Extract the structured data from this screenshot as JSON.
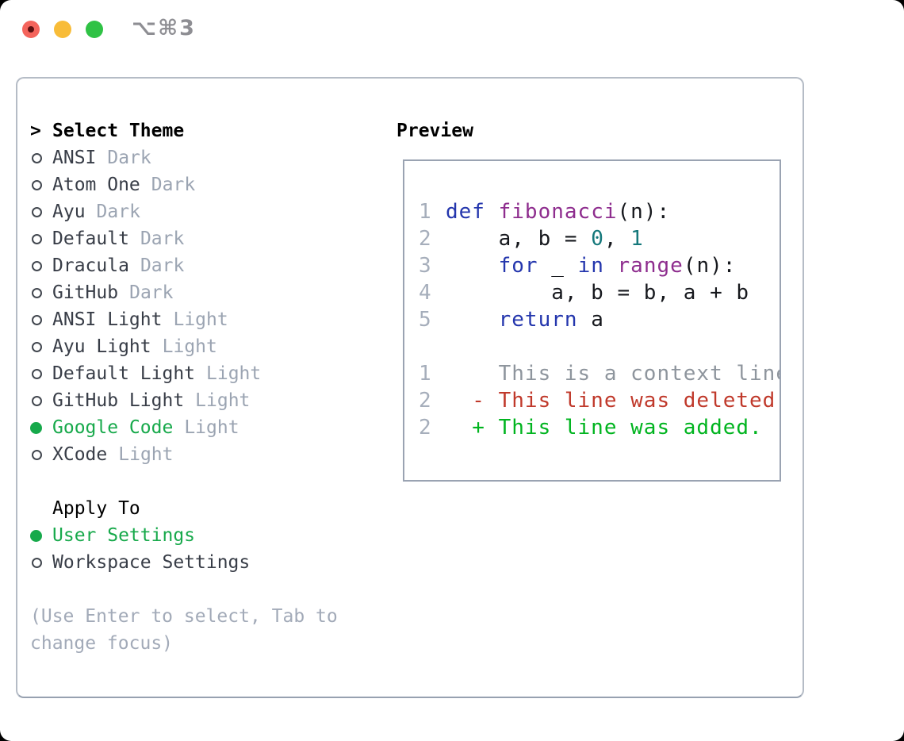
{
  "titlebar": {
    "shortcut": "⌥⌘3"
  },
  "colors": {
    "traffic_red": "#f4645c",
    "traffic_yellow": "#f8bc38",
    "traffic_green": "#2fc245",
    "accent_green": "#17a94b",
    "text_primary": "#383d47",
    "text_muted": "#9ba4b2",
    "hint_gray": "#a2aab8",
    "line_number": "#a6aebb",
    "keyword_blue": "#2436ad",
    "function_purple": "#8e2d8e",
    "number_teal": "#15787b",
    "code_plain": "#16181d",
    "context_gray": "#8e959d",
    "deleted_red": "#c0392b",
    "added_green": "#00b41f"
  },
  "theme_list": {
    "header_prefix": ">",
    "header": "Select Theme",
    "items": [
      {
        "name": "ANSI",
        "variant": "Dark",
        "selected": false
      },
      {
        "name": "Atom One",
        "variant": "Dark",
        "selected": false
      },
      {
        "name": "Ayu",
        "variant": "Dark",
        "selected": false
      },
      {
        "name": "Default",
        "variant": "Dark",
        "selected": false
      },
      {
        "name": "Dracula",
        "variant": "Dark",
        "selected": false
      },
      {
        "name": "GitHub",
        "variant": "Dark",
        "selected": false
      },
      {
        "name": "ANSI Light",
        "variant": "Light",
        "selected": false
      },
      {
        "name": "Ayu Light",
        "variant": "Light",
        "selected": false
      },
      {
        "name": "Default Light",
        "variant": "Light",
        "selected": false
      },
      {
        "name": "GitHub Light",
        "variant": "Light",
        "selected": false
      },
      {
        "name": "Google Code",
        "variant": "Light",
        "selected": true
      },
      {
        "name": "XCode",
        "variant": "Light",
        "selected": false
      }
    ]
  },
  "apply_to": {
    "header": "Apply To",
    "items": [
      {
        "label": "User Settings",
        "selected": true
      },
      {
        "label": "Workspace Settings",
        "selected": false
      }
    ]
  },
  "hint": "(Use Enter to select, Tab to change focus)",
  "preview": {
    "title": "Preview",
    "code_lines": [
      {
        "num": "1",
        "tokens": [
          {
            "t": "def",
            "c": "keyword_blue"
          },
          {
            "t": " ",
            "c": "code_plain"
          },
          {
            "t": "fibonacci",
            "c": "function_purple"
          },
          {
            "t": "(n):",
            "c": "code_plain"
          }
        ]
      },
      {
        "num": "2",
        "tokens": [
          {
            "t": "    a, b = ",
            "c": "code_plain"
          },
          {
            "t": "0",
            "c": "number_teal"
          },
          {
            "t": ", ",
            "c": "code_plain"
          },
          {
            "t": "1",
            "c": "number_teal"
          }
        ]
      },
      {
        "num": "3",
        "tokens": [
          {
            "t": "    ",
            "c": "code_plain"
          },
          {
            "t": "for",
            "c": "keyword_blue"
          },
          {
            "t": " _ ",
            "c": "code_plain"
          },
          {
            "t": "in",
            "c": "keyword_blue"
          },
          {
            "t": " ",
            "c": "code_plain"
          },
          {
            "t": "range",
            "c": "function_purple"
          },
          {
            "t": "(n):",
            "c": "code_plain"
          }
        ]
      },
      {
        "num": "4",
        "tokens": [
          {
            "t": "        a, b = b, a + b",
            "c": "code_plain"
          }
        ]
      },
      {
        "num": "5",
        "tokens": [
          {
            "t": "    ",
            "c": "code_plain"
          },
          {
            "t": "return",
            "c": "keyword_blue"
          },
          {
            "t": " a",
            "c": "code_plain"
          }
        ]
      },
      {
        "num": "",
        "tokens": []
      },
      {
        "num": "1",
        "tokens": [
          {
            "t": "    This is a context line.",
            "c": "context_gray"
          }
        ]
      },
      {
        "num": "2",
        "tokens": [
          {
            "t": "  - This line was deleted.",
            "c": "deleted_red"
          }
        ]
      },
      {
        "num": "2",
        "tokens": [
          {
            "t": "  + This line was added.",
            "c": "added_green"
          }
        ]
      }
    ]
  }
}
